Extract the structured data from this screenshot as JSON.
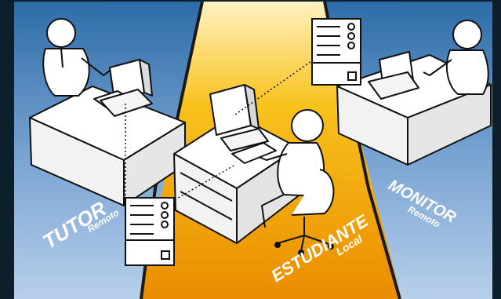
{
  "labels": {
    "tutor": {
      "title": "TUTOR",
      "subtitle": "Remoto"
    },
    "student": {
      "title": "ESTUDIANTE",
      "subtitle": "Local"
    },
    "monitor": {
      "title": "MONITOR",
      "subtitle": "Remoto"
    }
  },
  "colors": {
    "background": "#0d1f2b",
    "panel_blue_top": "#2d6ca8",
    "panel_blue_bottom": "#a9c6e6",
    "center_yellow": "#f7c11a",
    "center_orange": "#e98a00",
    "divider": "#1a1a1a"
  }
}
